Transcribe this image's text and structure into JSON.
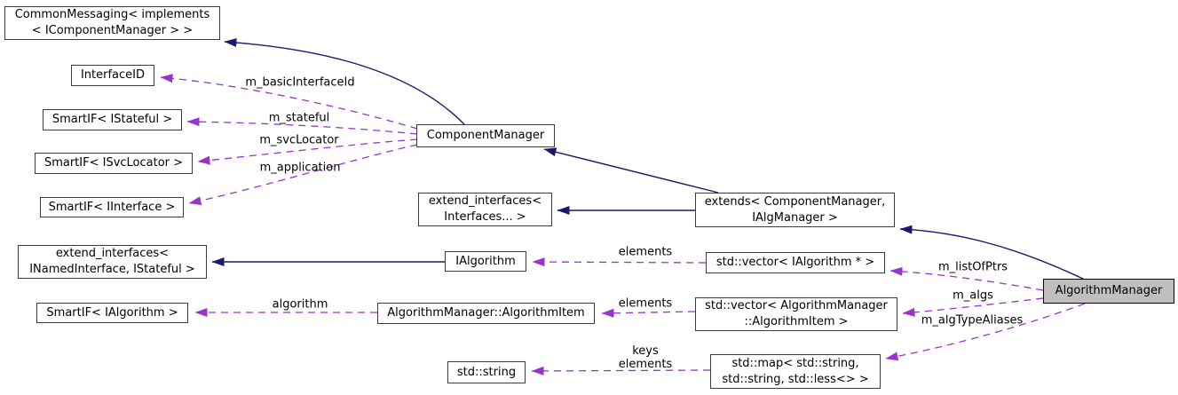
{
  "diagram": {
    "nodes": {
      "common_messaging": {
        "label": "CommonMessaging< implements\n< IComponentManager > >"
      },
      "interface_id": {
        "label": "InterfaceID"
      },
      "smartif_istateful": {
        "label": "SmartIF< IStateful >"
      },
      "smartif_isvclocator": {
        "label": "SmartIF< ISvcLocator >"
      },
      "smartif_iinterface": {
        "label": "SmartIF< IInterface >"
      },
      "component_manager": {
        "label": "ComponentManager"
      },
      "extend_interfaces_variadic": {
        "label": "extend_interfaces<\nInterfaces... >"
      },
      "extends_component_manager": {
        "label": "extends< ComponentManager,\nIAlgManager >"
      },
      "extend_interfaces_named": {
        "label": "extend_interfaces<\nINamedInterface, IStateful >"
      },
      "ialgorithm": {
        "label": "IAlgorithm"
      },
      "vector_ialgorithm_ptr": {
        "label": "std::vector< IAlgorithm * >"
      },
      "smartif_ialgorithm": {
        "label": "SmartIF< IAlgorithm >"
      },
      "algorithm_item": {
        "label": "AlgorithmManager::AlgorithmItem"
      },
      "vector_algorithm_item": {
        "label": "std::vector< AlgorithmManager\n::AlgorithmItem >"
      },
      "std_map": {
        "label": "std::map< std::string,\nstd::string, std::less<> >"
      },
      "std_string": {
        "label": "std::string"
      },
      "algorithm_manager": {
        "label": "AlgorithmManager"
      }
    },
    "edge_labels": {
      "m_basicInterfaceId": "m_basicInterfaceId",
      "m_stateful": "m_stateful",
      "m_svcLocator": "m_svcLocator",
      "m_application": "m_application",
      "elements_vector_ialgorithm": "elements",
      "algorithm": "algorithm",
      "elements_vector_item": "elements",
      "keys_elements": "keys\nelements",
      "m_listOfPtrs": "m_listOfPtrs",
      "m_algs": "m_algs",
      "m_algTypeAliases": "m_algTypeAliases"
    },
    "colors": {
      "inheritance_edge": "#191970",
      "usage_edge": "#9a32cd",
      "node_border": "#3c3c3c",
      "node_fill": "#ffffff",
      "selected_node_fill": "#bfbfbf",
      "text": "#000000",
      "background": "#ffffff"
    }
  }
}
